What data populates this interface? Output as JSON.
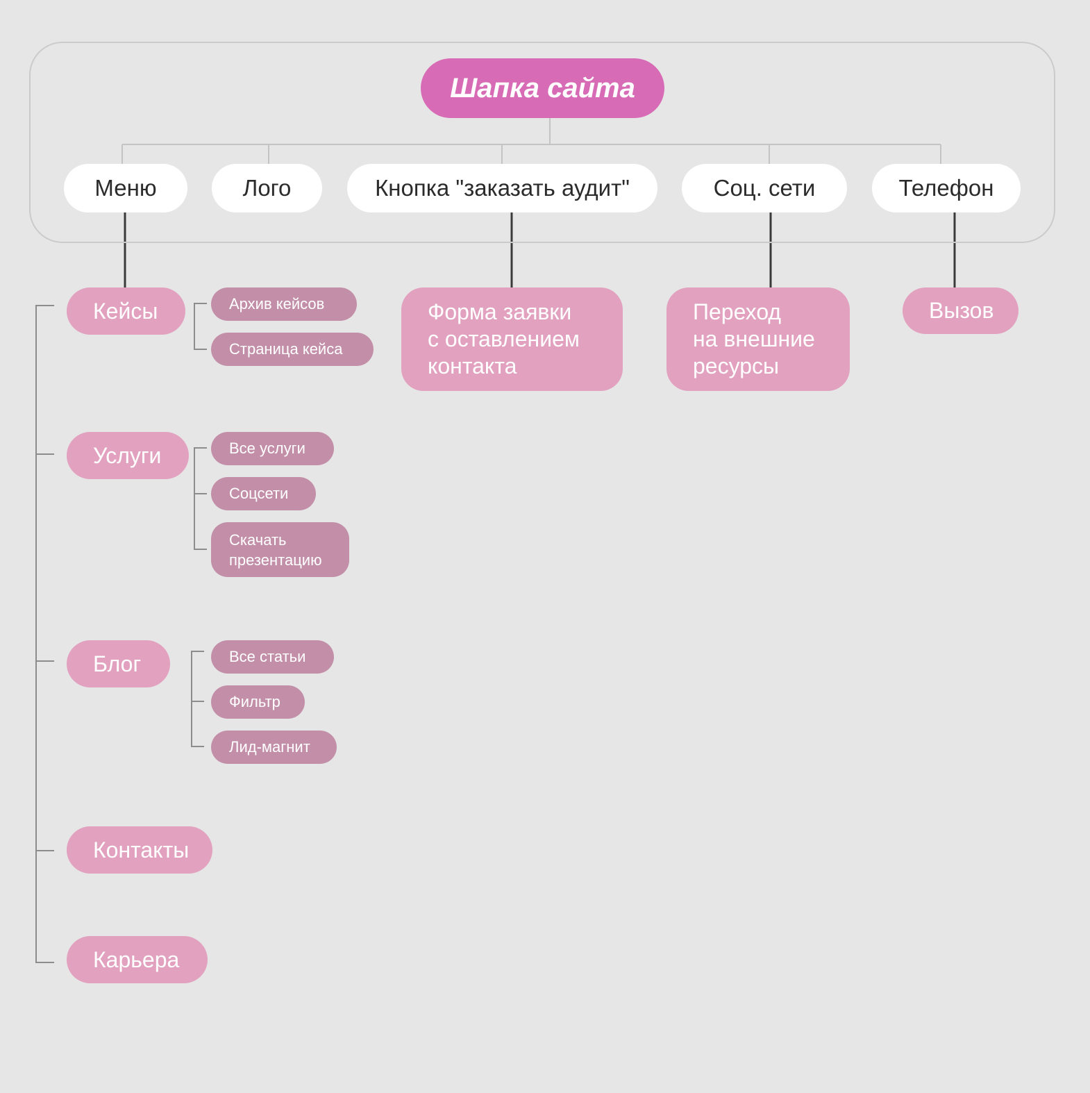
{
  "header": {
    "title": "Шапка сайта",
    "items": [
      {
        "id": "menu",
        "label": "Меню"
      },
      {
        "id": "logo",
        "label": "Лого"
      },
      {
        "id": "audit",
        "label": "Кнопка \"заказать аудит\""
      },
      {
        "id": "social",
        "label": "Соц. сети"
      },
      {
        "id": "phone",
        "label": "Телефон"
      }
    ]
  },
  "menu": [
    {
      "label": "Кейсы",
      "children": [
        "Архив кейсов",
        "Страница кейса"
      ]
    },
    {
      "label": "Услуги",
      "children": [
        "Все услуги",
        "Соцсети",
        "Скачать\nпрезентацию"
      ]
    },
    {
      "label": "Блог",
      "children": [
        "Все статьи",
        "Фильтр",
        "Лид-магнит"
      ]
    },
    {
      "label": "Контакты",
      "children": []
    },
    {
      "label": "Карьера",
      "children": []
    }
  ],
  "audit_result": "Форма заявки\nс оставлением\nконтакта",
  "social_result": "Переход\nна внешние\nресурсы",
  "phone_result": "Вызов",
  "colors": {
    "background": "#e6e6e6",
    "root": "#d76bb6",
    "main_node": "#e2a2bf",
    "sub_node": "#c38fa8",
    "top_node": "#ffffff",
    "frame_border": "#cbcbcb",
    "light_line": "#c4c4c4",
    "dark_line": "#3a3a3a",
    "tree_line": "#8c8c8c"
  }
}
